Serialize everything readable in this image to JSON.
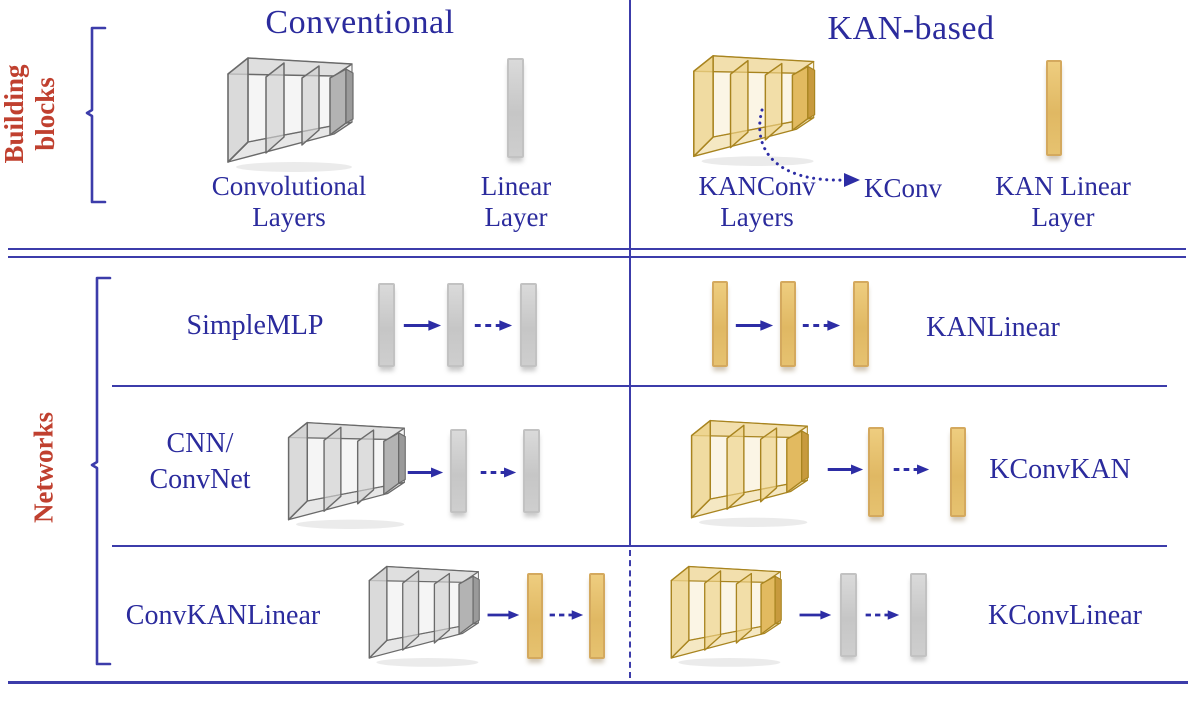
{
  "colors": {
    "text_blue": "#2b2b9d",
    "line_blue": "#3c3caa",
    "label_red": "#c0402f",
    "gray_block": "#c9c9c9",
    "gold_block": "#e5c26e"
  },
  "headers": {
    "conventional": "Conventional",
    "kan_based": "KAN-based"
  },
  "building_blocks": {
    "section_label_lines": [
      "Building",
      "blocks"
    ],
    "conv_layers_label_lines": [
      "Convolutional",
      "Layers"
    ],
    "linear_layer_label_lines": [
      "Linear",
      "Layer"
    ],
    "kanconv_layers_label_lines": [
      "KANConv",
      "Layers"
    ],
    "kconv_label": "KConv",
    "kan_linear_label_lines": [
      "KAN Linear",
      "Layer"
    ]
  },
  "networks": {
    "section_label": "Networks",
    "rows": [
      {
        "left_label_lines": [
          "SimpleMLP"
        ],
        "right_label": "KANLinear"
      },
      {
        "left_label_lines": [
          "CNN/",
          "ConvNet"
        ],
        "right_label": "KConvKAN"
      },
      {
        "left_label_lines": [
          "ConvKANLinear"
        ],
        "right_label": "KConvLinear"
      }
    ]
  },
  "icons": {
    "conv_block": "3d-tapered-conv-stack",
    "linear_block": "vertical-bar",
    "solid_arrow": "→",
    "dashed_arrow": "-->",
    "dotted_curved_arrow": "⤳"
  }
}
